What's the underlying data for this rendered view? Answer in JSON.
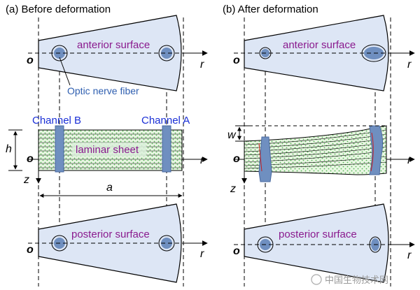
{
  "panels": {
    "before": {
      "title": "(a) Before deformation"
    },
    "after": {
      "title": "(b) After deformation"
    }
  },
  "labels": {
    "anterior_surface": "anterior surface",
    "posterior_surface": "posterior surface",
    "optic_nerve_fiber": "Optic nerve fiber",
    "laminar_sheet": "laminar sheet",
    "channel_a": "Channel A",
    "channel_b": "Channel B"
  },
  "axes": {
    "origin": "o",
    "radial": "r",
    "depth": "z",
    "height": "h",
    "displacement": "w",
    "length": "a"
  },
  "colors": {
    "surface_fill": "#dde6f5",
    "fiber_fill": "#6f8fc0",
    "laminar_green": "#7ec87e",
    "text_purple": "#8a1a8e",
    "text_blue": "#1a2fd6"
  },
  "watermark": "中国生物技术网"
}
